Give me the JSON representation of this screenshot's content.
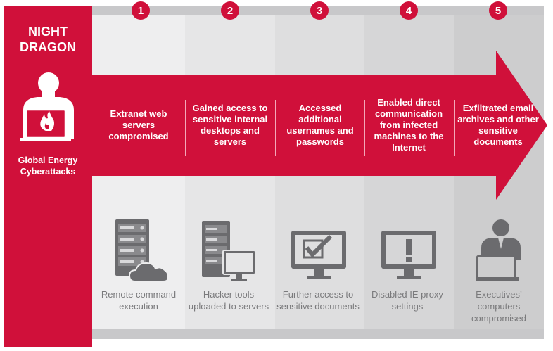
{
  "left_panel": {
    "title_line1": "NIGHT",
    "title_line2": "DRAGON",
    "subtitle_line1": "Global Energy",
    "subtitle_line2": "Cyberattacks"
  },
  "stages": [
    {
      "number": "1",
      "description": "Extranet web servers compromised",
      "caption": "Remote command execution",
      "icon": "server-cloud-icon"
    },
    {
      "number": "2",
      "description": "Gained access to sensitive internal desktops and servers",
      "caption": "Hacker tools uploaded to servers",
      "icon": "server-monitor-icon"
    },
    {
      "number": "3",
      "description": "Accessed additional usernames and passwords",
      "caption": "Further access to sensitive documents",
      "icon": "monitor-checkmark-icon"
    },
    {
      "number": "4",
      "description": "Enabled direct communication from infected machines to the Internet",
      "caption": "Disabled IE proxy settings",
      "icon": "monitor-warning-icon"
    },
    {
      "number": "5",
      "description": "Exfiltrated email archives and other sensitive documents",
      "caption": "Executives’ computers compromised",
      "icon": "executive-laptop-icon"
    }
  ],
  "colors": {
    "accent": "#d0103a",
    "column_shades": [
      "#eeeeef",
      "#e6e6e7",
      "#dededf",
      "#d6d6d7",
      "#cdcdce"
    ],
    "caption_text": "#7a7a7c"
  }
}
